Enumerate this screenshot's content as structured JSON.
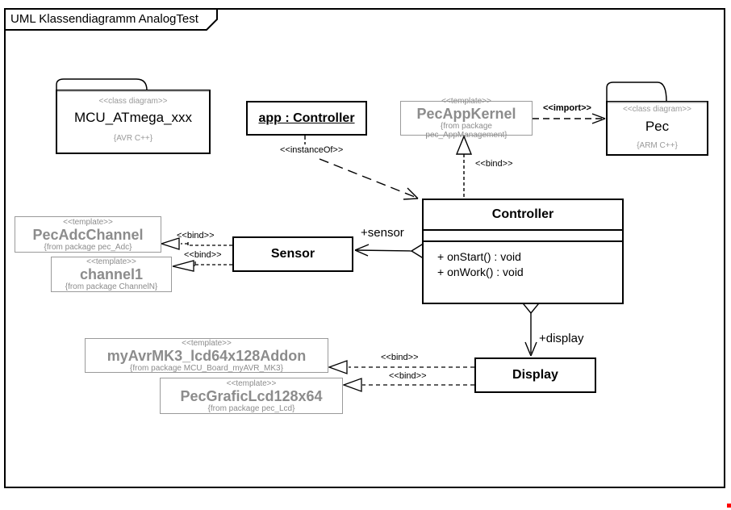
{
  "title": "UML Klassendiagramm AnalogTest",
  "nodes": {
    "mcu": {
      "stereotype": "<<class diagram>>",
      "name": "MCU_ATmega_xxx",
      "tag": "{AVR C++}"
    },
    "pec": {
      "stereotype": "<<class diagram>>",
      "name": "Pec",
      "tag": "{ARM C++}"
    },
    "app": {
      "name": "app : Controller"
    },
    "pecAppKernel": {
      "stereotype": "<<template>>",
      "name": "PecAppKernel",
      "from": "{from package pec_AppManagement}"
    },
    "controller": {
      "name": "Controller",
      "operations": [
        "+ onStart() : void",
        "+ onWork() : void"
      ]
    },
    "pecAdcChannel": {
      "stereotype": "<<template>>",
      "name": "PecAdcChannel",
      "from": "{from package pec_Adc}"
    },
    "channel1": {
      "stereotype": "<<template>>",
      "name": "channel1",
      "from": "{from package ChannelN}"
    },
    "sensor": {
      "name": "Sensor"
    },
    "myAvrMk3": {
      "stereotype": "<<template>>",
      "name": "myAvrMK3_lcd64x128Addon",
      "from": "{from package MCU_Board_myAVR_MK3}"
    },
    "pecGraficLcd": {
      "stereotype": "<<template>>",
      "name": "PecGraficLcd128x64",
      "from": "{from package pec_Lcd}"
    },
    "display": {
      "name": "Display"
    }
  },
  "edges": {
    "import": "<<import>>",
    "instanceOf": "<<instanceOf>>",
    "bindKernel": "<<bind>>",
    "bindAdc": "<<bind>>",
    "bindChannel": "<<bind>>",
    "bindLcdAddon": "<<bind>>",
    "bindGrafic": "<<bind>>",
    "sensorRole": "+sensor",
    "displayRole": "+display"
  },
  "colors": {
    "template_gray_text": "#8c8c8c",
    "template_gray_border": "#9a9a9a",
    "line_black": "#000000",
    "red_marker": "#ff0000"
  }
}
